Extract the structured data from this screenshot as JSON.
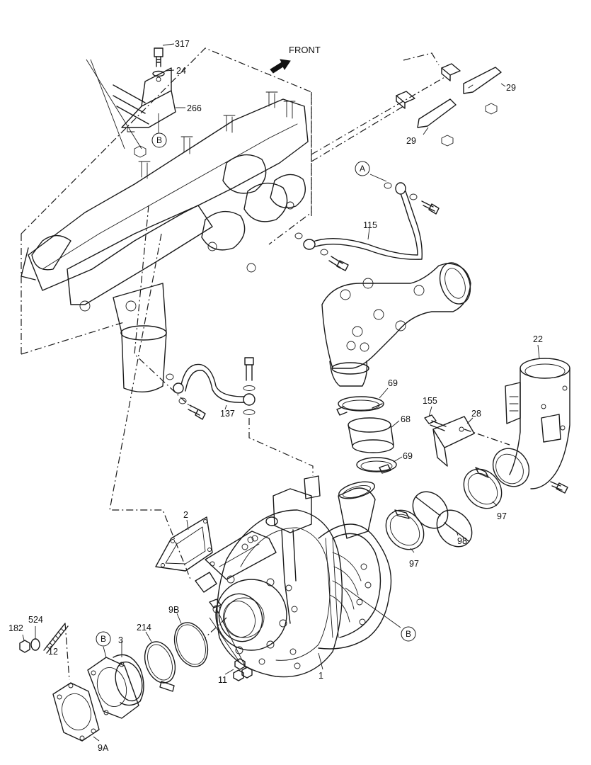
{
  "front_label": "FRONT",
  "callouts": {
    "c317": "317",
    "c24": "24",
    "c266": "266",
    "c29a": "29",
    "c29b": "29",
    "c115": "115",
    "c22": "22",
    "c69a": "69",
    "c68": "68",
    "c69b": "69",
    "c155": "155",
    "c28": "28",
    "c137": "137",
    "c2": "2",
    "c97a": "97",
    "c97b": "97",
    "c98": "98",
    "c9B": "9B",
    "c214": "214",
    "c3": "3",
    "c182": "182",
    "c524": "524",
    "c12": "12",
    "c11": "11",
    "c1": "1",
    "c9A": "9A"
  },
  "bubbles": {
    "A_top": "A",
    "B_top": "B",
    "B_right": "B",
    "B_left": "B"
  }
}
